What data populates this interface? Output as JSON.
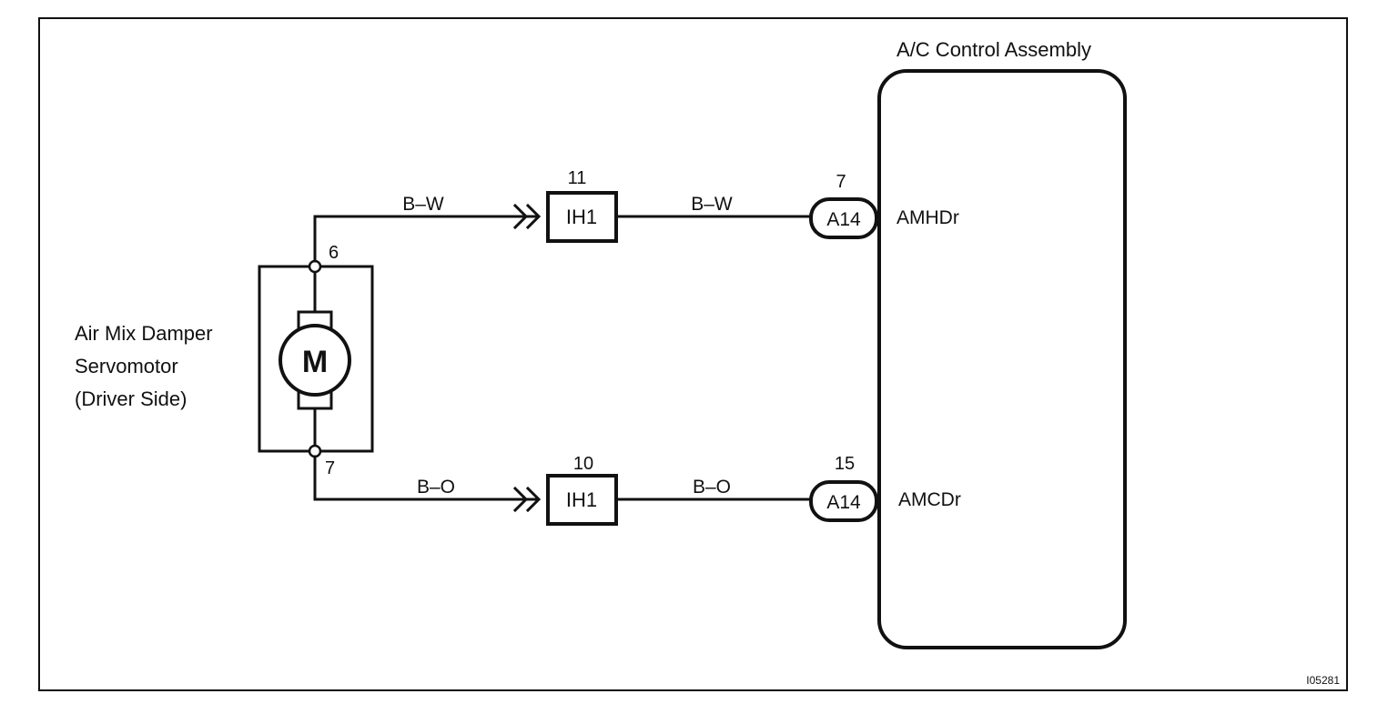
{
  "component": {
    "name_lines": [
      "Air Mix Damper",
      "Servomotor",
      "(Driver Side)"
    ],
    "motor_symbol": "M",
    "pin_top": "6",
    "pin_bottom": "7"
  },
  "assembly": {
    "title": "A/C Control Assembly"
  },
  "circuits": [
    {
      "wire_color_left": "B–W",
      "wire_color_right": "B–W",
      "junction_connector": "IH1",
      "junction_pin": "11",
      "ecu_connector": "A14",
      "ecu_pin": "7",
      "terminal": "AMHDr"
    },
    {
      "wire_color_left": "B–O",
      "wire_color_right": "B–O",
      "junction_connector": "IH1",
      "junction_pin": "10",
      "ecu_connector": "A14",
      "ecu_pin": "15",
      "terminal": "AMCDr"
    }
  ],
  "figure_id": "I05281"
}
